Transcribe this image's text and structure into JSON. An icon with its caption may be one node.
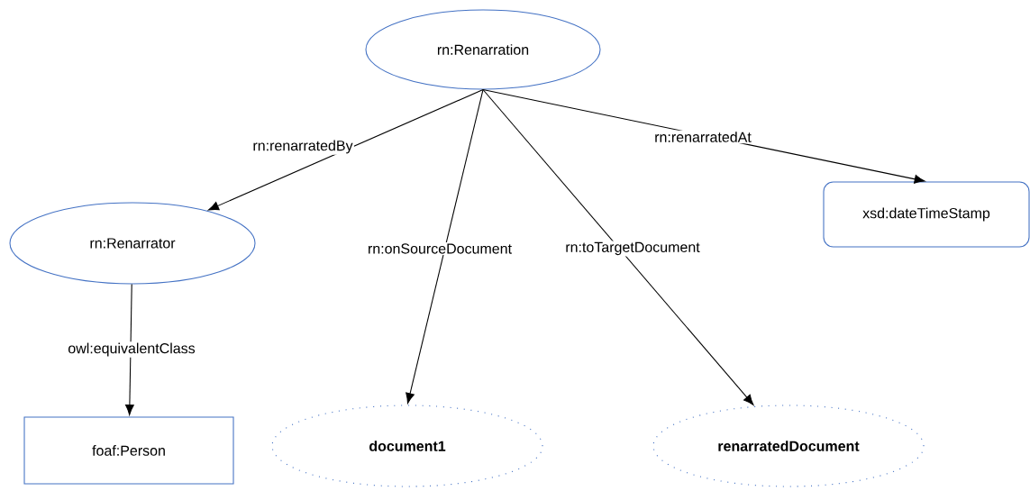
{
  "diagram": {
    "nodes": [
      {
        "text": [
          "rn:Renarration"
        ]
      },
      {
        "text": [
          "rn:Renarrator"
        ]
      },
      {
        "text": [
          "xsd:dateTimeStamp"
        ]
      },
      {
        "text": [
          "foaf:Person"
        ]
      },
      {
        "text": [
          "document1"
        ]
      },
      {
        "text": [
          "renarratedDocument"
        ]
      }
    ],
    "edges": [
      {
        "from": 0,
        "to": 1,
        "arrow": "to",
        "label": "rn:renarratedBy"
      },
      {
        "from": 0,
        "to": 2,
        "arrow": "to",
        "label": "rn:renarratedAt"
      },
      {
        "from": 0,
        "to": 4,
        "arrow": "to",
        "label": "rn:onSourceDocument"
      },
      {
        "from": 0,
        "to": 5,
        "arrow": "to",
        "label": "rn:toTargetDocument"
      },
      {
        "from": 1,
        "to": 3,
        "arrow": "to",
        "label": "owl:equivalentClass"
      }
    ]
  }
}
